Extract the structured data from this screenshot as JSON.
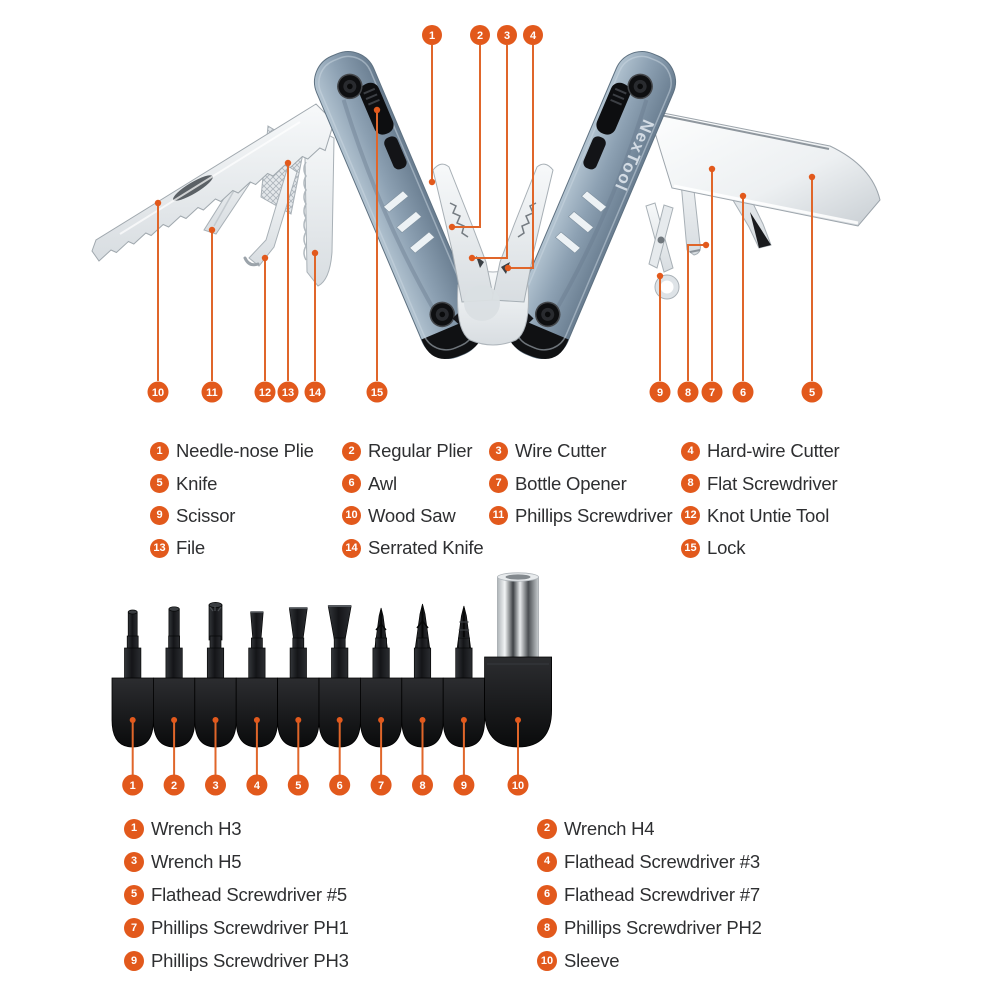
{
  "brand": "NexTool",
  "colors": {
    "accent": "#E2591C",
    "callout_line": "#E0662A",
    "text": "#2E2F31",
    "handle_blue": "#8B9FB2",
    "steel": "#EDF0F2",
    "black_parts": "#141518"
  },
  "tool_diagram": {
    "top_callouts": [
      "1",
      "2",
      "3",
      "4"
    ],
    "left_callouts": [
      "10",
      "11",
      "12",
      "13",
      "14",
      "15"
    ],
    "right_callouts": [
      "9",
      "8",
      "7",
      "6",
      "5"
    ]
  },
  "tool_legend": {
    "items": [
      {
        "num": "1",
        "label": "Needle-nose Plie"
      },
      {
        "num": "2",
        "label": "Regular Plier"
      },
      {
        "num": "3",
        "label": "Wire Cutter"
      },
      {
        "num": "4",
        "label": "Hard-wire Cutter"
      },
      {
        "num": "5",
        "label": "Knife"
      },
      {
        "num": "6",
        "label": "Awl"
      },
      {
        "num": "7",
        "label": "Bottle Opener"
      },
      {
        "num": "8",
        "label": "Flat Screwdriver"
      },
      {
        "num": "9",
        "label": "Scissor"
      },
      {
        "num": "10",
        "label": "Wood Saw"
      },
      {
        "num": "11",
        "label": "Phillips Screwdriver"
      },
      {
        "num": "12",
        "label": "Knot Untie Tool"
      },
      {
        "num": "13",
        "label": "File"
      },
      {
        "num": "14",
        "label": "Serrated Knife"
      },
      {
        "num": "15",
        "label": "Lock"
      }
    ]
  },
  "bits_diagram": {
    "callouts": [
      "1",
      "2",
      "3",
      "4",
      "5",
      "6",
      "7",
      "8",
      "9",
      "10"
    ]
  },
  "bits_legend": {
    "items": [
      {
        "num": "1",
        "label": "Wrench H3"
      },
      {
        "num": "2",
        "label": "Wrench H4"
      },
      {
        "num": "3",
        "label": "Wrench H5"
      },
      {
        "num": "4",
        "label": "Flathead Screwdriver #3"
      },
      {
        "num": "5",
        "label": "Flathead Screwdriver #5"
      },
      {
        "num": "6",
        "label": "Flathead Screwdriver #7"
      },
      {
        "num": "7",
        "label": "Phillips Screwdriver PH1"
      },
      {
        "num": "8",
        "label": "Phillips Screwdriver PH2"
      },
      {
        "num": "9",
        "label": "Phillips Screwdriver PH3"
      },
      {
        "num": "10",
        "label": "Sleeve"
      }
    ]
  }
}
